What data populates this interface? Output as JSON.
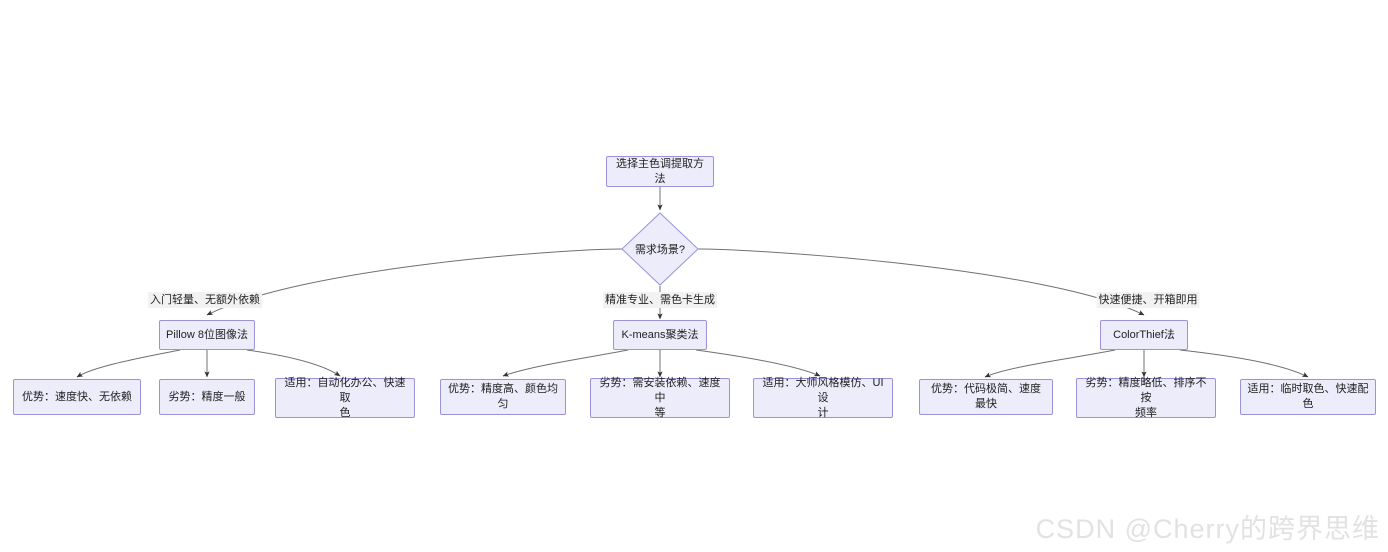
{
  "diagram": {
    "type": "flowchart",
    "direction": "top-down",
    "background_color": "#ffffff",
    "node_fill_color": "#ececfb",
    "node_border_color": "#9a94d6",
    "edge_color": "#707070",
    "text_color": "#1f1f1f",
    "nodes": {
      "root": {
        "label": "选择主色调提取方法",
        "shape": "rect"
      },
      "decision": {
        "label": "需求场景?",
        "shape": "diamond"
      },
      "method_pillow": {
        "label": "Pillow 8位图像法",
        "shape": "rect"
      },
      "method_kmeans": {
        "label": "K-means聚类法",
        "shape": "rect"
      },
      "method_colorthief": {
        "label": "ColorThief法",
        "shape": "rect"
      },
      "pillow_pro": {
        "label": "优势：速度快、无依赖",
        "shape": "rect"
      },
      "pillow_con": {
        "label": "劣势：精度一般",
        "shape": "rect"
      },
      "pillow_use": {
        "label": "适用：自动化办公、快速取\n色",
        "shape": "rect"
      },
      "kmeans_pro": {
        "label": "优势：精度高、颜色均匀",
        "shape": "rect"
      },
      "kmeans_con": {
        "label": "劣势：需安装依赖、速度中\n等",
        "shape": "rect"
      },
      "kmeans_use": {
        "label": "适用：大师风格模仿、UI设\n计",
        "shape": "rect"
      },
      "colorthief_pro": {
        "label": "优势：代码极简、速度最快",
        "shape": "rect"
      },
      "colorthief_con": {
        "label": "劣势：精度略低、排序不按\n频率",
        "shape": "rect"
      },
      "colorthief_use": {
        "label": "适用：临时取色、快速配色",
        "shape": "rect"
      }
    },
    "edge_labels": {
      "to_pillow": "入门轻量、无额外依赖",
      "to_kmeans": "精准专业、需色卡生成",
      "to_colorthief": "快速便捷、开箱即用"
    }
  },
  "watermark": {
    "text": "CSDN @Cherry的跨界思维"
  }
}
